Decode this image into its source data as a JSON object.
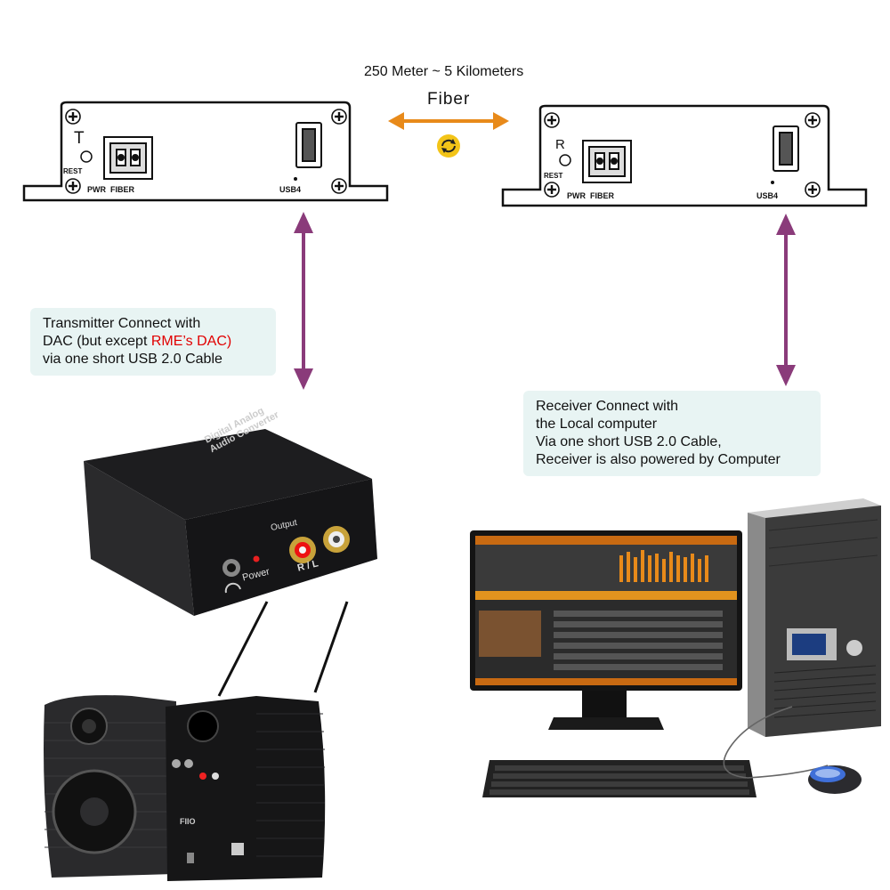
{
  "distance_label": "250 Meter ~ 5 Kilometers",
  "fiber_label": "Fiber",
  "transmitter": {
    "mode_letter": "T",
    "rest_label": "REST",
    "pwr_label": "PWR",
    "fiber_port_label": "FIBER",
    "usb_label": "USB4"
  },
  "receiver": {
    "mode_letter": "R",
    "rest_label": "REST",
    "pwr_label": "PWR",
    "fiber_port_label": "FIBER",
    "usb_label": "USB4"
  },
  "transmitter_note": {
    "line1": "Transmitter Connect with",
    "line2_prefix": "DAC (but except ",
    "line2_highlight": "RME’s DAC)",
    "line3": "via one short USB 2.0 Cable"
  },
  "receiver_note": {
    "line1": "Receiver Connect with",
    "line2": "the Local computer",
    "line3": "Via one short USB 2.0 Cable,",
    "line4": "Receiver is also powered by Computer"
  },
  "dac": {
    "top_text_1": "Digital Analog",
    "top_text_2": "Audio Converter",
    "output_label": "Output",
    "power_label": "Power",
    "rl_label": "R / L"
  },
  "speaker": {
    "brand": "FIIO"
  },
  "colors": {
    "fiber_arrow": "#e88a1a",
    "usb_arrow": "#8a3b7a",
    "note_bg": "#e8f4f3",
    "highlight": "#e10000"
  }
}
